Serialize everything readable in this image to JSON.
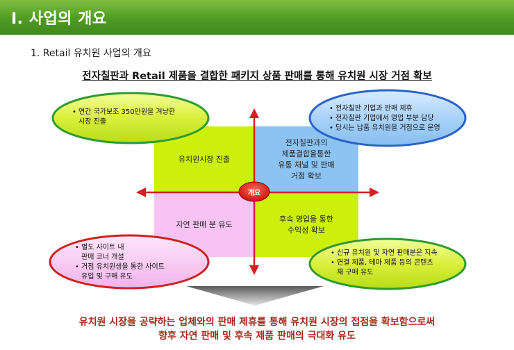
{
  "header": {
    "title": "I. 사업의 개요"
  },
  "section": {
    "title": "1. Retail 유치원 사업의 개요"
  },
  "subtitle": "전자칠판과 Retail 제품을 결합한 패키지 상품 판매를 통해 유치원 시장 거점 확보",
  "center": {
    "label": "개요"
  },
  "quadrants": {
    "top_left": "유치원시장 진출",
    "top_right": "전자칠판과의\n제품결합을통한\n유통 채널 및 판매\n거점 확보",
    "bottom_left": "자연 판매 분 유도",
    "bottom_right": "후속 영업을 통한\n수익성 확보"
  },
  "bubbles": {
    "top_left": {
      "items": [
        {
          "line1": "연간 국가보조 350만원을 겨냥한",
          "line2": "시장 진출"
        }
      ]
    },
    "top_right": {
      "items": [
        {
          "line1": "전자칠판 기업과 판매 제휴",
          "line2": ""
        },
        {
          "line1": "전자칠판 기업에서 영업 부분 담당",
          "line2": ""
        },
        {
          "line1": "당시는 납품 유치원을 거점으로 운영",
          "line2": ""
        }
      ]
    },
    "bottom_left": {
      "items": [
        {
          "line1": "별도 사이트 내",
          "line2": "판매 코너 개설"
        },
        {
          "line1": "거점 유치원생을 통한 사이트",
          "line2": "유입 및 구매 유도"
        }
      ]
    },
    "bottom_right": {
      "items": [
        {
          "line1": "신규 유치원 및 자연 판매분은 지속",
          "line2": ""
        },
        {
          "line1": "연결 제품, 테마 제품 등의 콘텐츠",
          "line2": "재 구매 유도"
        }
      ]
    }
  },
  "conclusion": {
    "line1": "유치원 시장을 공략하는 업체와의 판매 제휴를 통해 유치원 시장의 접점을 확보함으로써",
    "line2": "향후 자연 판매 및 후속 제품 판매의 극대화 유도"
  },
  "colors": {
    "header_green": "#4f9a25",
    "quad_green": "#ccf00a",
    "quad_blue": "#8cc3f2",
    "quad_pink": "#f7c3f3",
    "axis_red": "#d42020",
    "conclusion_red": "#a52a1a"
  }
}
